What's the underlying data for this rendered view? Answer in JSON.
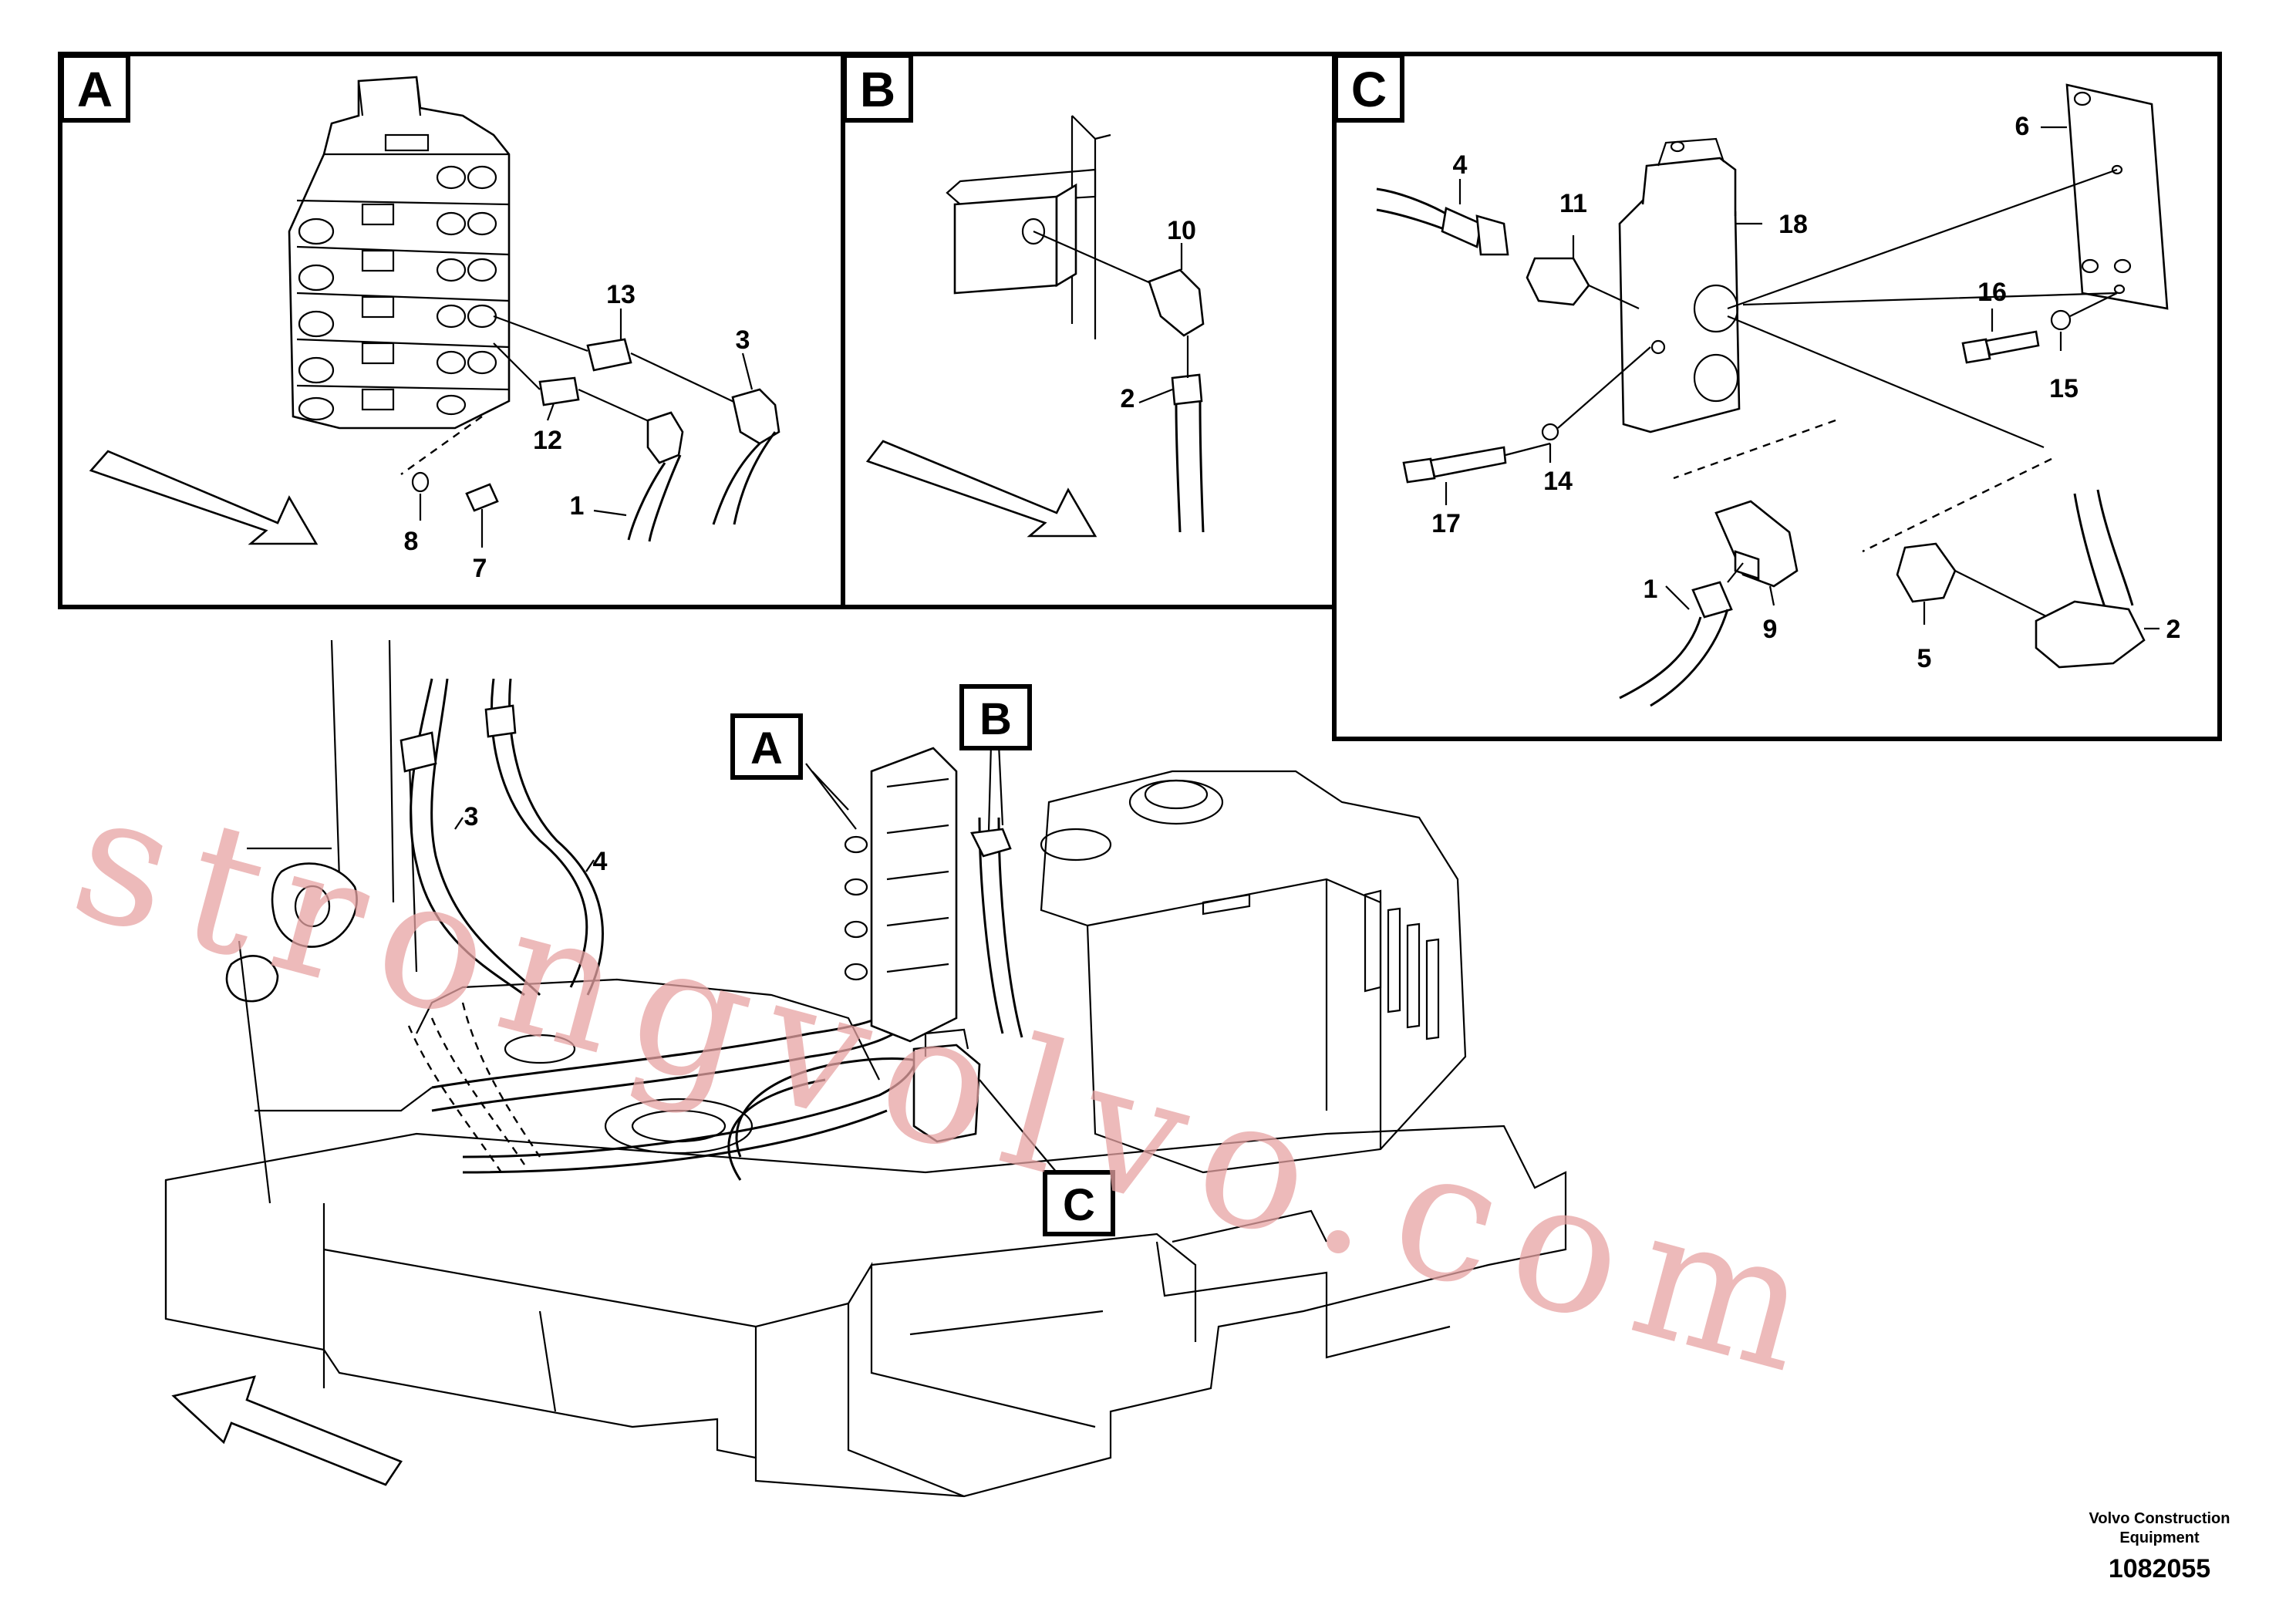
{
  "panels": [
    {
      "letter": "A",
      "labels": [
        "13",
        "3",
        "12",
        "1",
        "8",
        "7"
      ]
    },
    {
      "letter": "B",
      "labels": [
        "10",
        "2"
      ]
    },
    {
      "letter": "C",
      "labels": [
        "4",
        "11",
        "18",
        "6",
        "16",
        "15",
        "17",
        "14",
        "1",
        "9",
        "5",
        "2"
      ]
    }
  ],
  "main": {
    "callouts": [
      "A",
      "B",
      "C"
    ],
    "labels": [
      "3",
      "4"
    ]
  },
  "watermark": "strongvolvo.com",
  "footer": {
    "company_line1": "Volvo Construction",
    "company_line2": "Equipment",
    "drawing_number": "1082055"
  }
}
